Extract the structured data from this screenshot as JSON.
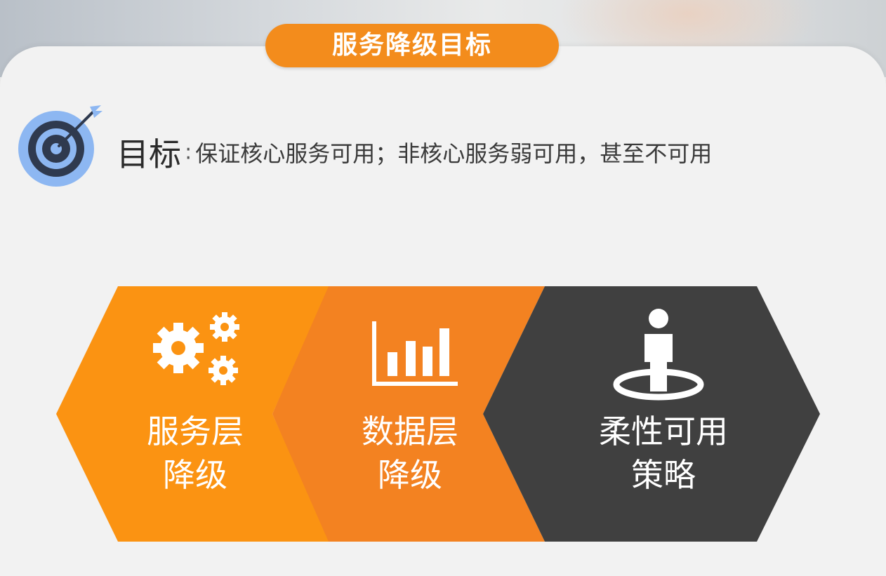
{
  "header": {
    "title": "服务降级目标"
  },
  "goal": {
    "label": "目标",
    "separator": ":",
    "description": "保证核心服务可用；非核心服务弱可用，甚至不可用",
    "icon": "target-icon"
  },
  "strategies": [
    {
      "line1": "服务层",
      "line2": "降级",
      "icon": "gears-icon",
      "color": "#fb9312"
    },
    {
      "line1": "数据层",
      "line2": "降级",
      "icon": "bar-chart-icon",
      "color": "#f38221"
    },
    {
      "line1": "柔性可用",
      "line2": "策略",
      "icon": "person-target-icon",
      "color": "#404040"
    }
  ]
}
